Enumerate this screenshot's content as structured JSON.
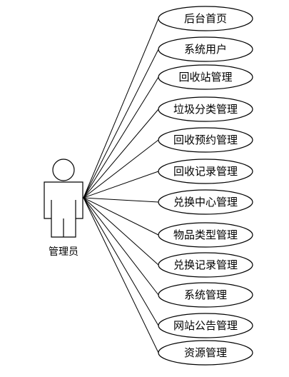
{
  "actor": {
    "label": "管理员"
  },
  "use_cases": [
    {
      "label": "后台首页"
    },
    {
      "label": "系统用户"
    },
    {
      "label": "回收站管理"
    },
    {
      "label": "垃圾分类管理"
    },
    {
      "label": "回收预约管理"
    },
    {
      "label": "回收记录管理"
    },
    {
      "label": "兑换中心管理"
    },
    {
      "label": "物品类型管理"
    },
    {
      "label": "兑换记录管理"
    },
    {
      "label": "系统管理"
    },
    {
      "label": "网站公告管理"
    },
    {
      "label": "资源管理"
    }
  ],
  "colors": {
    "stroke": "#000000",
    "background": "#ffffff"
  }
}
